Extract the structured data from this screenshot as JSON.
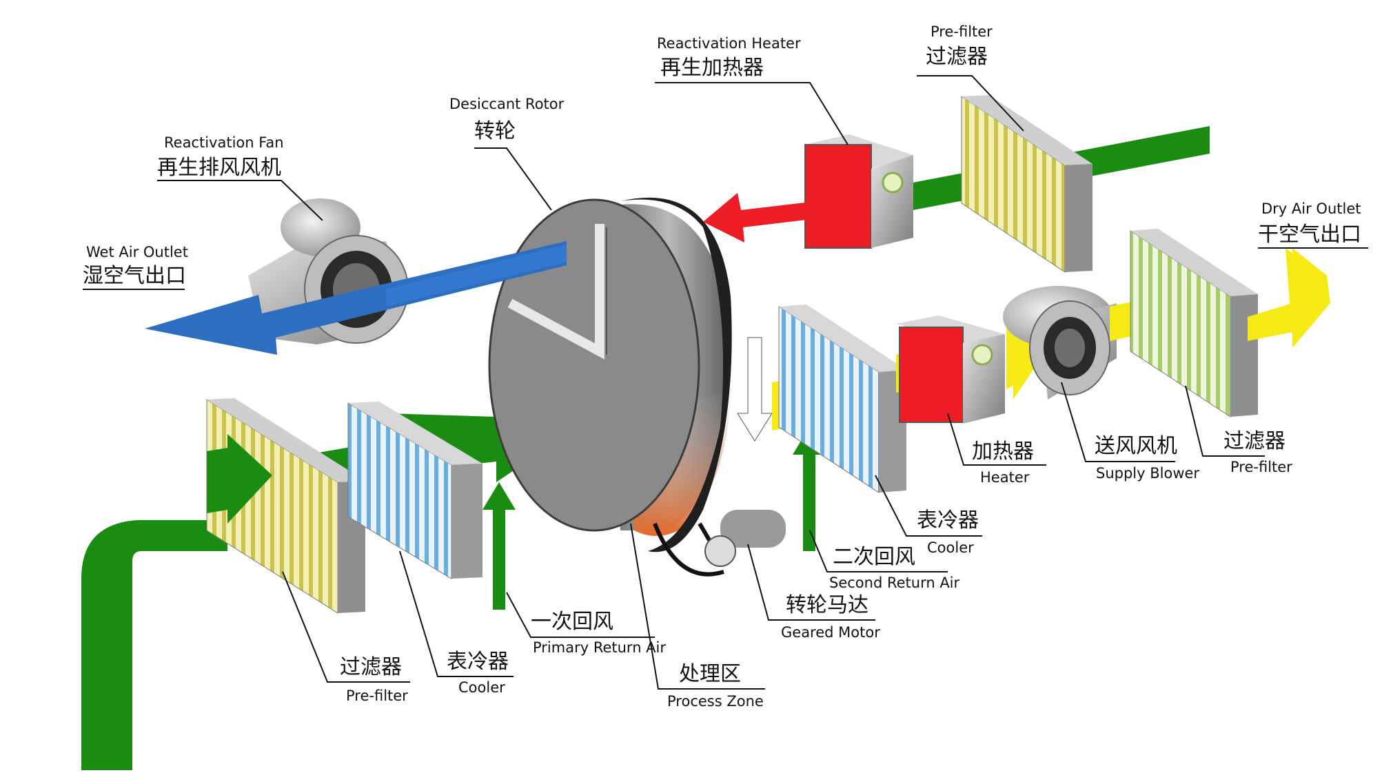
{
  "labels": {
    "reactivation_heater": {
      "en": "Reactivation Heater",
      "zh": "再生加热器"
    },
    "pre_filter_top": {
      "en": "Pre-filter",
      "zh": "过滤器"
    },
    "desiccant_rotor": {
      "en": "Desiccant Rotor",
      "zh": "转轮"
    },
    "reactivation_fan": {
      "en": "Reactivation Fan",
      "zh": "再生排风风机"
    },
    "wet_air_outlet": {
      "en": "Wet Air Outlet",
      "zh": "湿空气出口"
    },
    "dry_air_outlet": {
      "en": "Dry Air Outlet",
      "zh": "干空气出口"
    },
    "heater": {
      "zh": "加热器",
      "en": "Heater"
    },
    "supply_blower": {
      "zh": "送风风机",
      "en": "Supply Blower"
    },
    "pre_filter_right": {
      "zh": "过滤器",
      "en": "Pre-filter"
    },
    "cooler_right": {
      "zh": "表冷器",
      "en": "Cooler"
    },
    "second_return_air": {
      "zh": "二次回风",
      "en": "Second Return Air"
    },
    "geared_motor": {
      "zh": "转轮马达",
      "en": "Geared Motor"
    },
    "primary_return_air": {
      "zh": "一次回风",
      "en": "Primary Return Air"
    },
    "process_zone": {
      "zh": "处理区",
      "en": "Process Zone"
    },
    "cooler_left": {
      "zh": "表冷器",
      "en": "Cooler"
    },
    "pre_filter_left": {
      "zh": "过滤器",
      "en": "Pre-filter"
    }
  },
  "colors": {
    "process_air": "#1a8c12",
    "reactivation_air_hot": "#ee1c25",
    "wet_air": "#2c6fc0",
    "dry_air": "#f5ea14",
    "filter_yellow": "#e6e08a",
    "cooler_blue": "#8fc4ec",
    "rotor_gray": "#8a8a8a"
  }
}
